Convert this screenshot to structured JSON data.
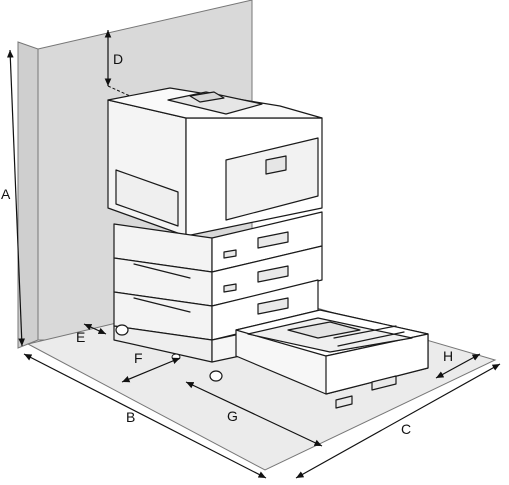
{
  "labels": {
    "A": "A",
    "B": "B",
    "C": "C",
    "D": "D",
    "E": "E",
    "F": "F",
    "G": "G",
    "H": "H"
  },
  "colors": {
    "wall": "#d9d9d9",
    "floor": "#ebebeb",
    "printer_body": "#ffffff",
    "line": "#1a1a1a"
  }
}
